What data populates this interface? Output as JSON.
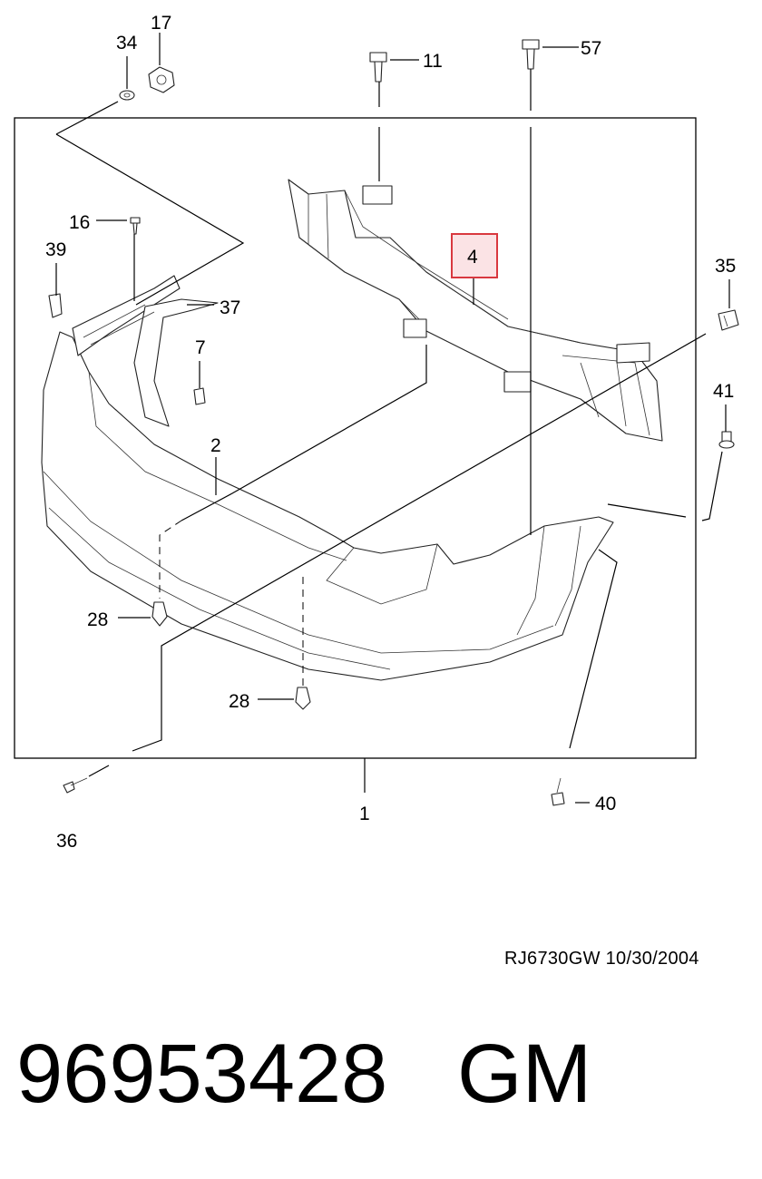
{
  "callouts": {
    "c17": "17",
    "c34": "34",
    "c11": "11",
    "c57": "57",
    "c16": "16",
    "c39": "39",
    "c37": "37",
    "c7": "7",
    "c4": "4",
    "c35": "35",
    "c41": "41",
    "c2": "2",
    "c28a": "28",
    "c28b": "28",
    "c36": "36",
    "c1": "1",
    "c40": "40"
  },
  "highlight": {
    "callout": "4",
    "color": "#d9383f",
    "fill": "#fbe3e5"
  },
  "reference": "RJ6730GW  10/30/2004",
  "footer": "96953428   GM"
}
